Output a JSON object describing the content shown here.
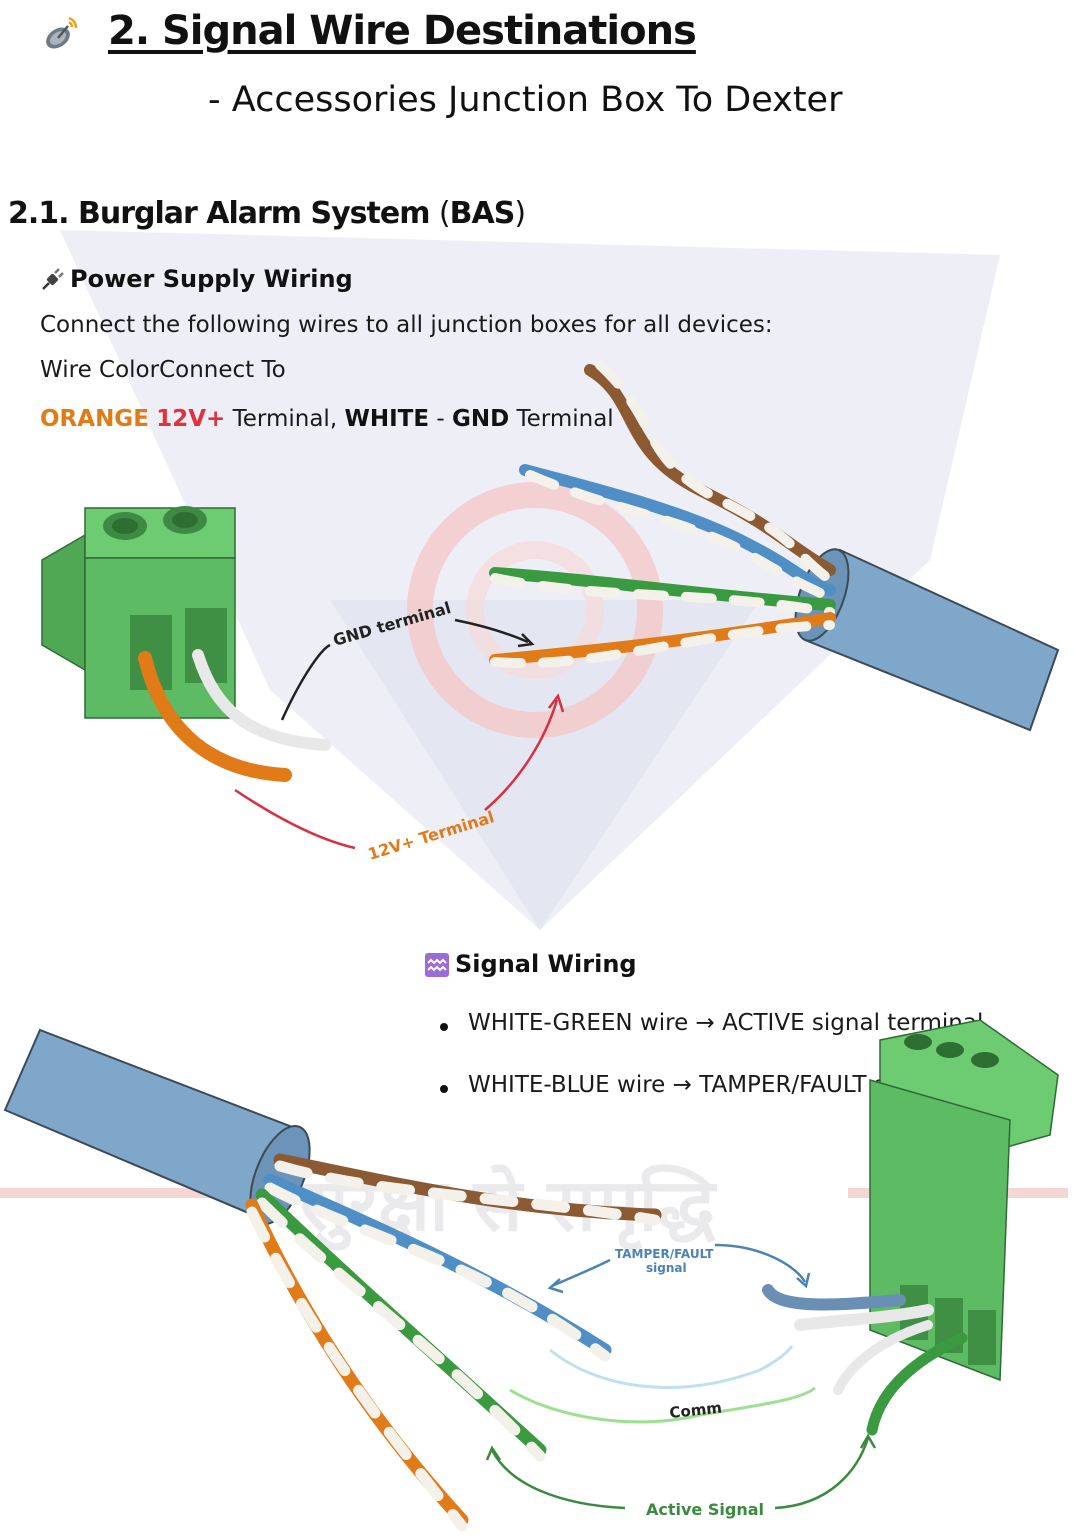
{
  "header": {
    "title": "2. Signal Wire Destinations",
    "subtitle": "- Accessories Junction Box To Dexter",
    "title_icon": "satellite-icon"
  },
  "section": {
    "heading_main": "2.1. Burglar Alarm System ",
    "heading_paren": "(",
    "heading_abbr": "BAS",
    "heading_paren_close": ")"
  },
  "power": {
    "heading": "Power Supply Wiring",
    "icon": "plug-icon",
    "line1": "Connect the following wires to all junction boxes for all devices:",
    "line2": "Wire ColorConnect To",
    "line3": {
      "orange": "ORANGE",
      "v12": "12V+",
      "terminal1": " Terminal, ",
      "white": "WHITE",
      "dash": " - ",
      "gnd": "GND",
      "terminal2": " Terminal"
    },
    "diagram": {
      "gnd_label": "GND terminal",
      "v12_label": "12V+ Terminal"
    }
  },
  "signal": {
    "heading": "Signal Wiring",
    "icon": "signal-wave-icon",
    "bullets": [
      "WHITE-GREEN wire → ACTIVE signal terminal",
      "WHITE-BLUE wire → TAMPER/FAULT signal terminal"
    ],
    "diagram": {
      "tamper_label_1": "TAMPER/FAULT",
      "tamper_label_2": "signal",
      "comm_label": "Comm",
      "active_label": "Active Signal"
    }
  },
  "watermark_text": "सुरक्षा से समृद्धि",
  "colors": {
    "orange": "#e07b18",
    "red": "#e2303c",
    "connector_green": "#5dbb63",
    "cable_blue": "#7fa7c9",
    "wire_brown": "#8b5a33",
    "wire_blue": "#4f8fc6",
    "wire_green": "#3a9a3f"
  }
}
